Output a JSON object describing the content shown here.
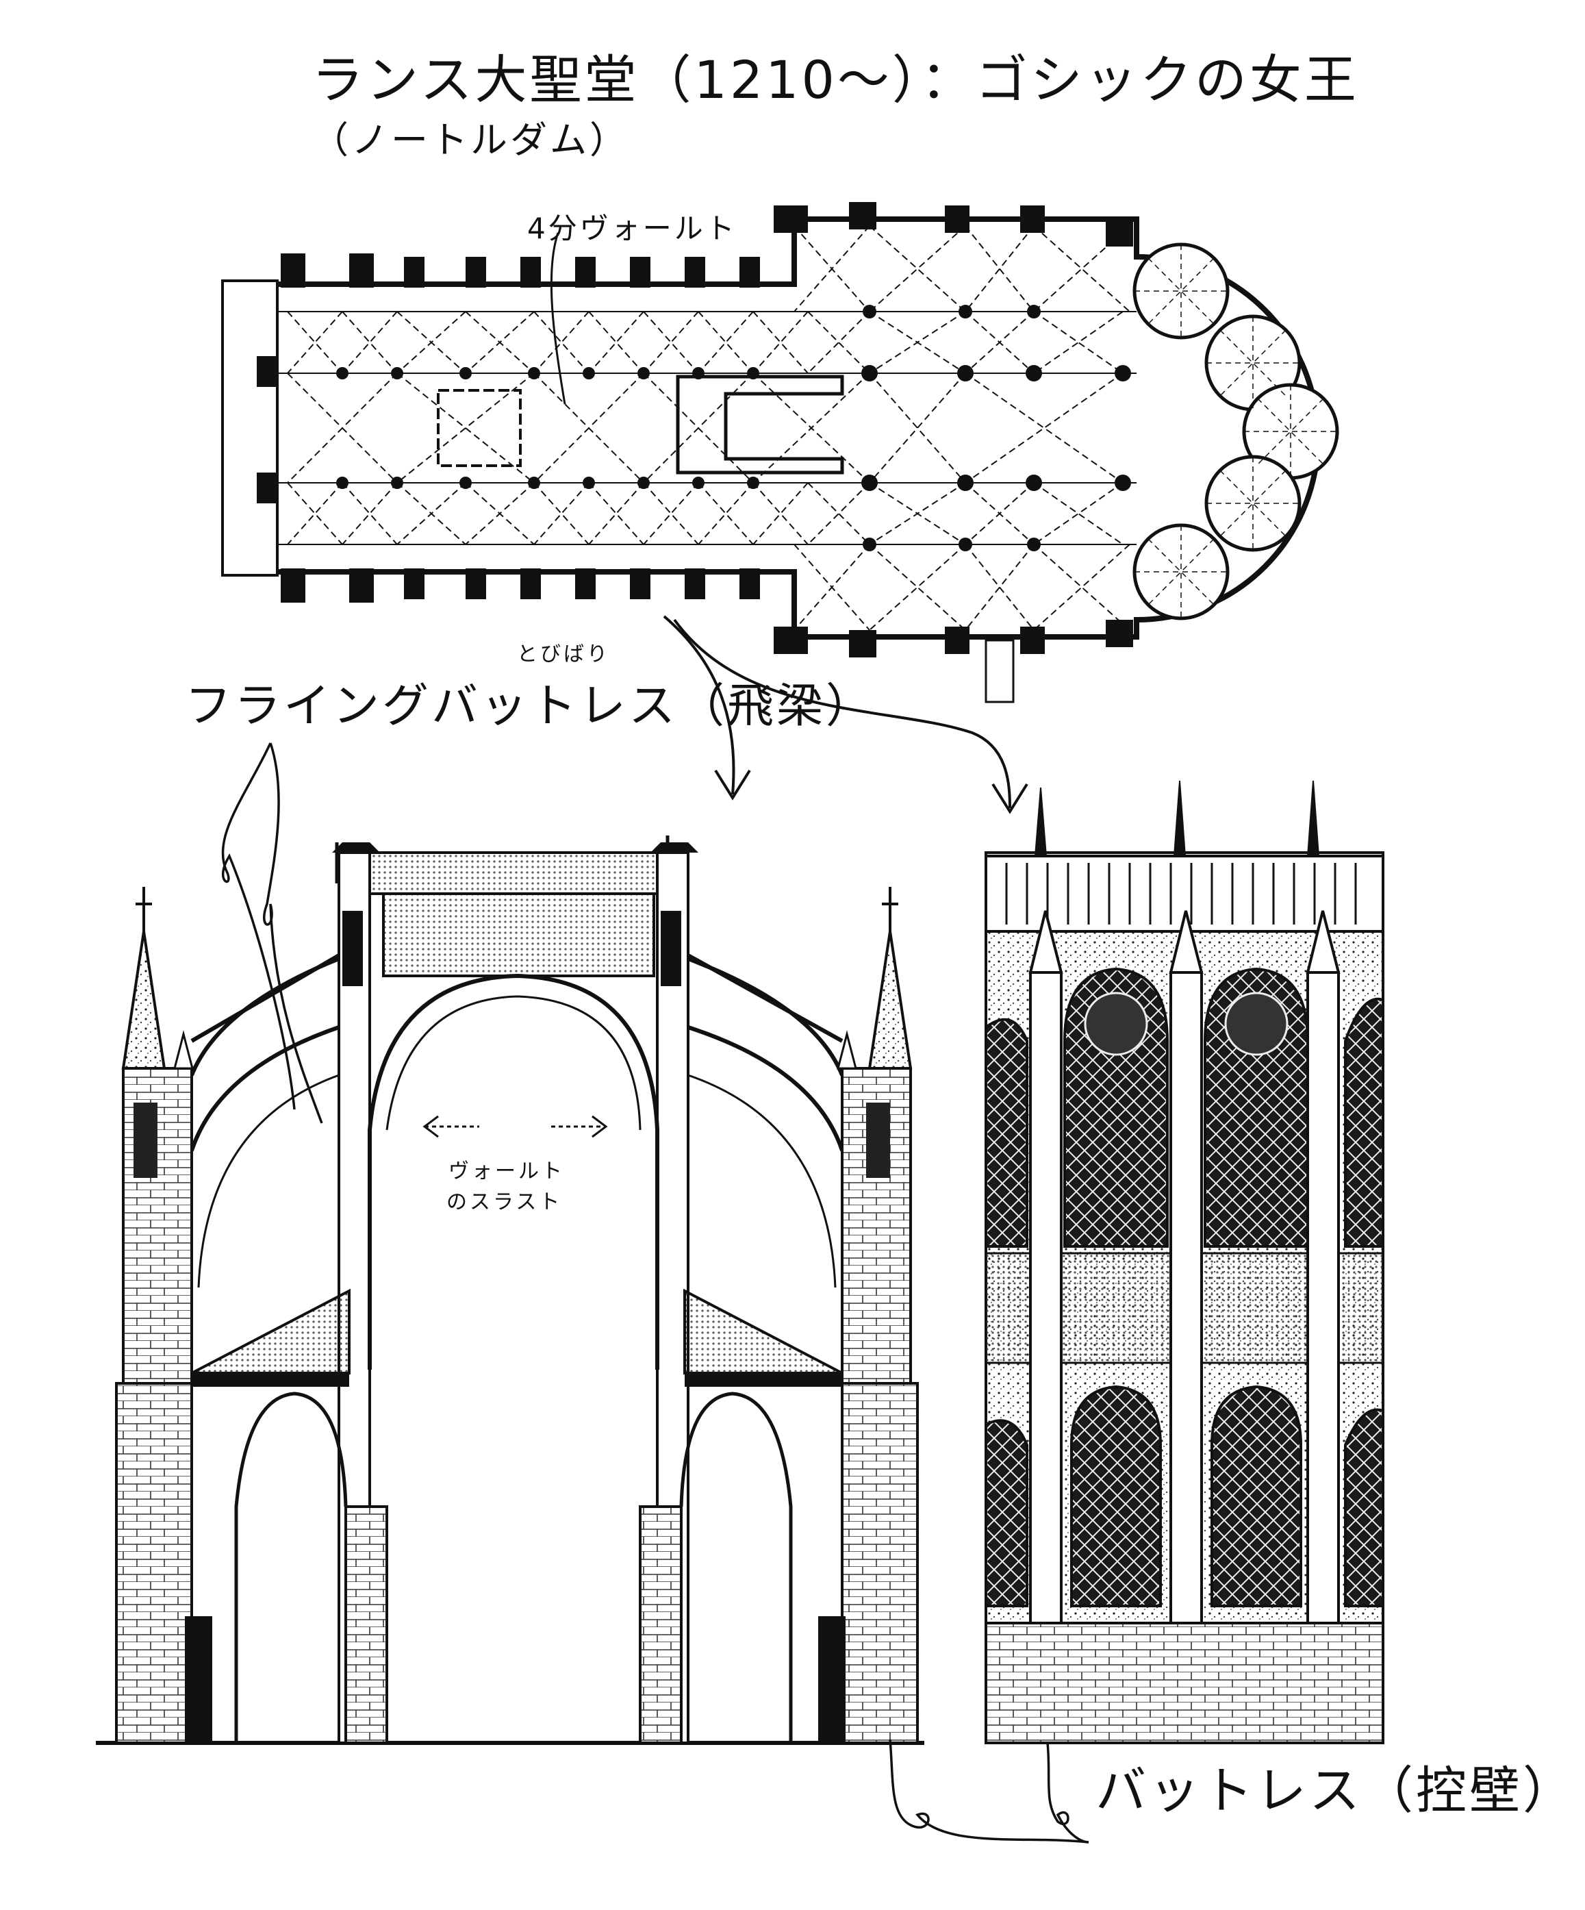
{
  "title": "ランス大聖堂（1210〜）：ゴシックの女王",
  "subtitle": "（ノートルダム）",
  "labels": {
    "quadripartite_vault": "4分ヴォールト",
    "flying_buttress_furigana": "とびばり",
    "flying_buttress": "フライングバットレス（飛梁）",
    "vault_thrust_line1": "ヴォールト",
    "vault_thrust_line2": "のスラスト",
    "buttress": "バットレス（控壁）"
  },
  "colors": {
    "ink": "#111111",
    "tone": "#9a9a9a",
    "paper": "#ffffff"
  }
}
